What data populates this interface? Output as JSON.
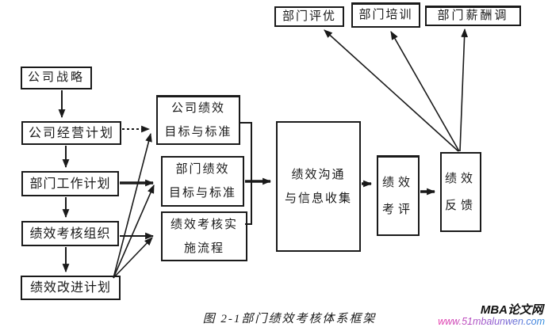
{
  "diagram": {
    "top_row": [
      {
        "label": "部门评优"
      },
      {
        "label": "部门培训"
      },
      {
        "label": "部门薪酬调"
      }
    ],
    "left_column": [
      {
        "label": "公司战略"
      },
      {
        "label": "公司经营计划"
      },
      {
        "label": "部门工作计划"
      },
      {
        "label": "绩效考核组织"
      },
      {
        "label": "绩效改进计划"
      }
    ],
    "middle_column": [
      {
        "label": "公司绩效\n目标与标准"
      },
      {
        "label": "部门绩效\n目标与标准"
      },
      {
        "label": "绩效考核实\n施流程"
      }
    ],
    "process": [
      {
        "label": "绩效沟通\n与信息收集"
      },
      {
        "label": "绩效\n考评"
      },
      {
        "label": "绩效\n反馈"
      }
    ],
    "caption": "图 2-1部门绩效考核体系框架"
  },
  "watermark": {
    "site_name": "MBA论文网",
    "url": "www.51mbalunwen.com",
    "url_gradient": [
      "#e93cac",
      "#2e8fe0"
    ]
  },
  "colors": {
    "line": "#1a1a1a",
    "background": "#ffffff"
  }
}
